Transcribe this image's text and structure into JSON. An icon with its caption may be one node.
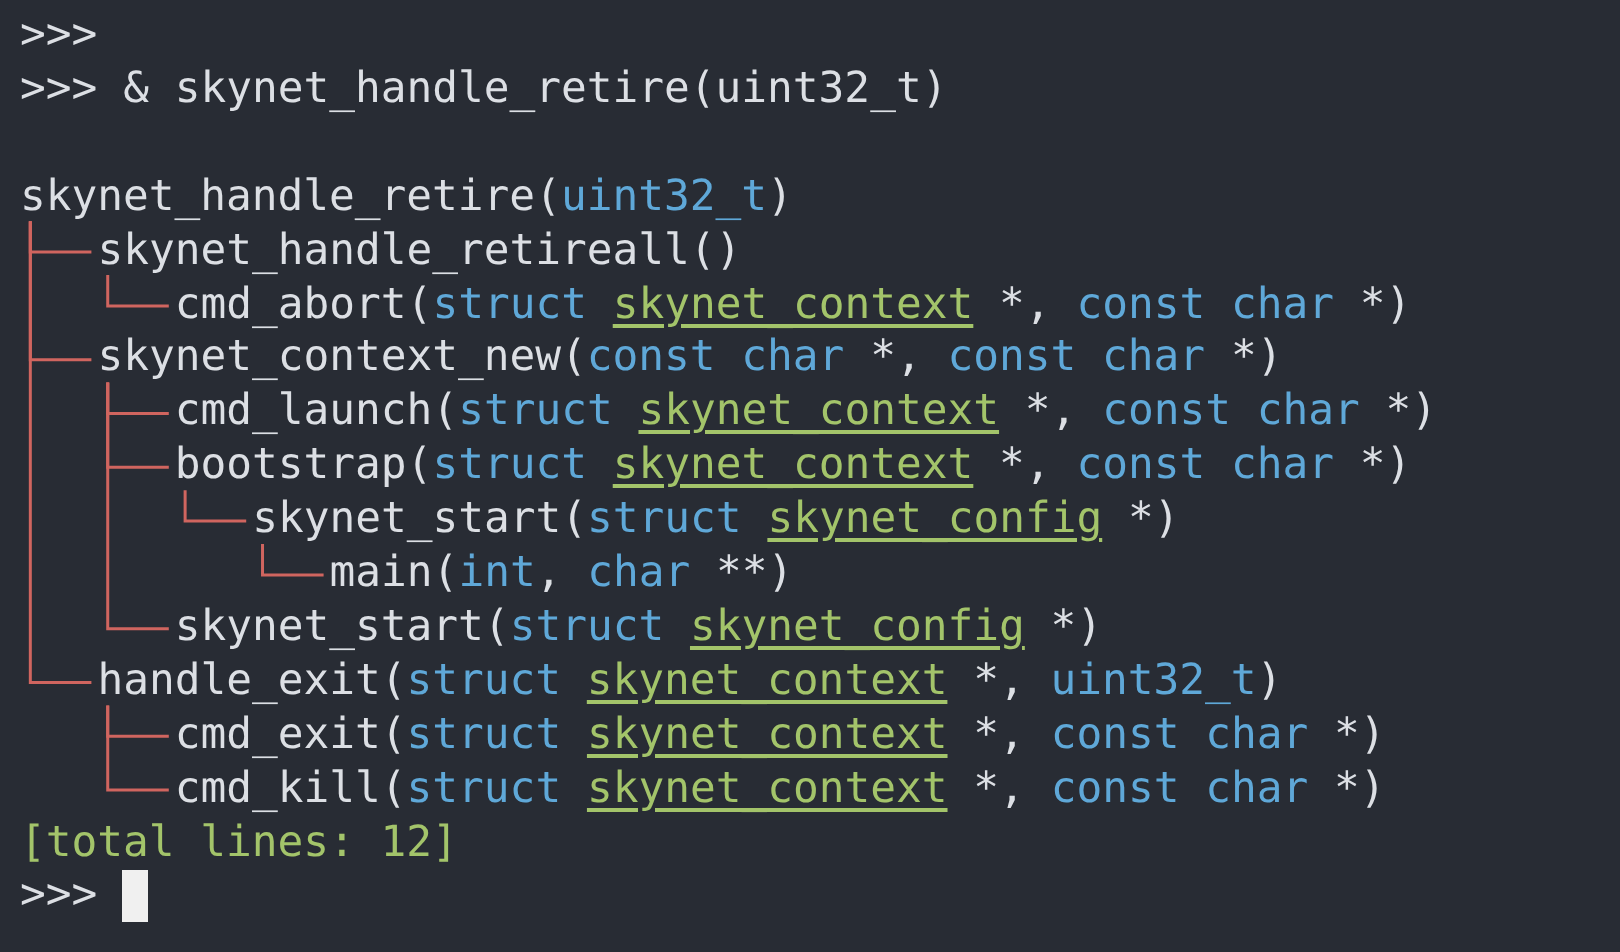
{
  "diagram": {
    "nodes": [
      {
        "text": [
          "skynet_handle_retire(uint32_t)"
        ]
      },
      {
        "text": [
          "skynet_handle_retireall()"
        ]
      },
      {
        "text": [
          "cmd_abort(struct skynet_context *, const char *)"
        ]
      },
      {
        "text": [
          "skynet_context_new(const char *, const char *)"
        ]
      },
      {
        "text": [
          "cmd_launch(struct skynet_context *, const char *)"
        ]
      },
      {
        "text": [
          "bootstrap(struct skynet_context *, const char *)"
        ]
      },
      {
        "text": [
          "skynet_start(struct skynet_config *)"
        ]
      },
      {
        "text": [
          "main(int, char **)"
        ]
      },
      {
        "text": [
          "skynet_start(struct skynet_config *)"
        ]
      },
      {
        "text": [
          "handle_exit(struct skynet_context *, uint32_t)"
        ]
      },
      {
        "text": [
          "cmd_exit(struct skynet_context *, const char *)"
        ]
      },
      {
        "text": [
          "cmd_kill(struct skynet_context *, const char *)"
        ]
      }
    ],
    "edges": [
      {
        "from": 0,
        "to": 1,
        "arrow": "none"
      },
      {
        "from": 1,
        "to": 2,
        "arrow": "none"
      },
      {
        "from": 0,
        "to": 3,
        "arrow": "none"
      },
      {
        "from": 3,
        "to": 4,
        "arrow": "none"
      },
      {
        "from": 3,
        "to": 5,
        "arrow": "none"
      },
      {
        "from": 5,
        "to": 6,
        "arrow": "none"
      },
      {
        "from": 6,
        "to": 7,
        "arrow": "none"
      },
      {
        "from": 3,
        "to": 8,
        "arrow": "none"
      },
      {
        "from": 0,
        "to": 9,
        "arrow": "none"
      },
      {
        "from": 9,
        "to": 10,
        "arrow": "none"
      },
      {
        "from": 9,
        "to": 11,
        "arrow": "none"
      }
    ],
    "labels": [
      ">>>",
      ">>>",
      "& skynet_handle_retire(uint32_t)",
      "[total lines: 12]",
      ">>>"
    ]
  }
}
